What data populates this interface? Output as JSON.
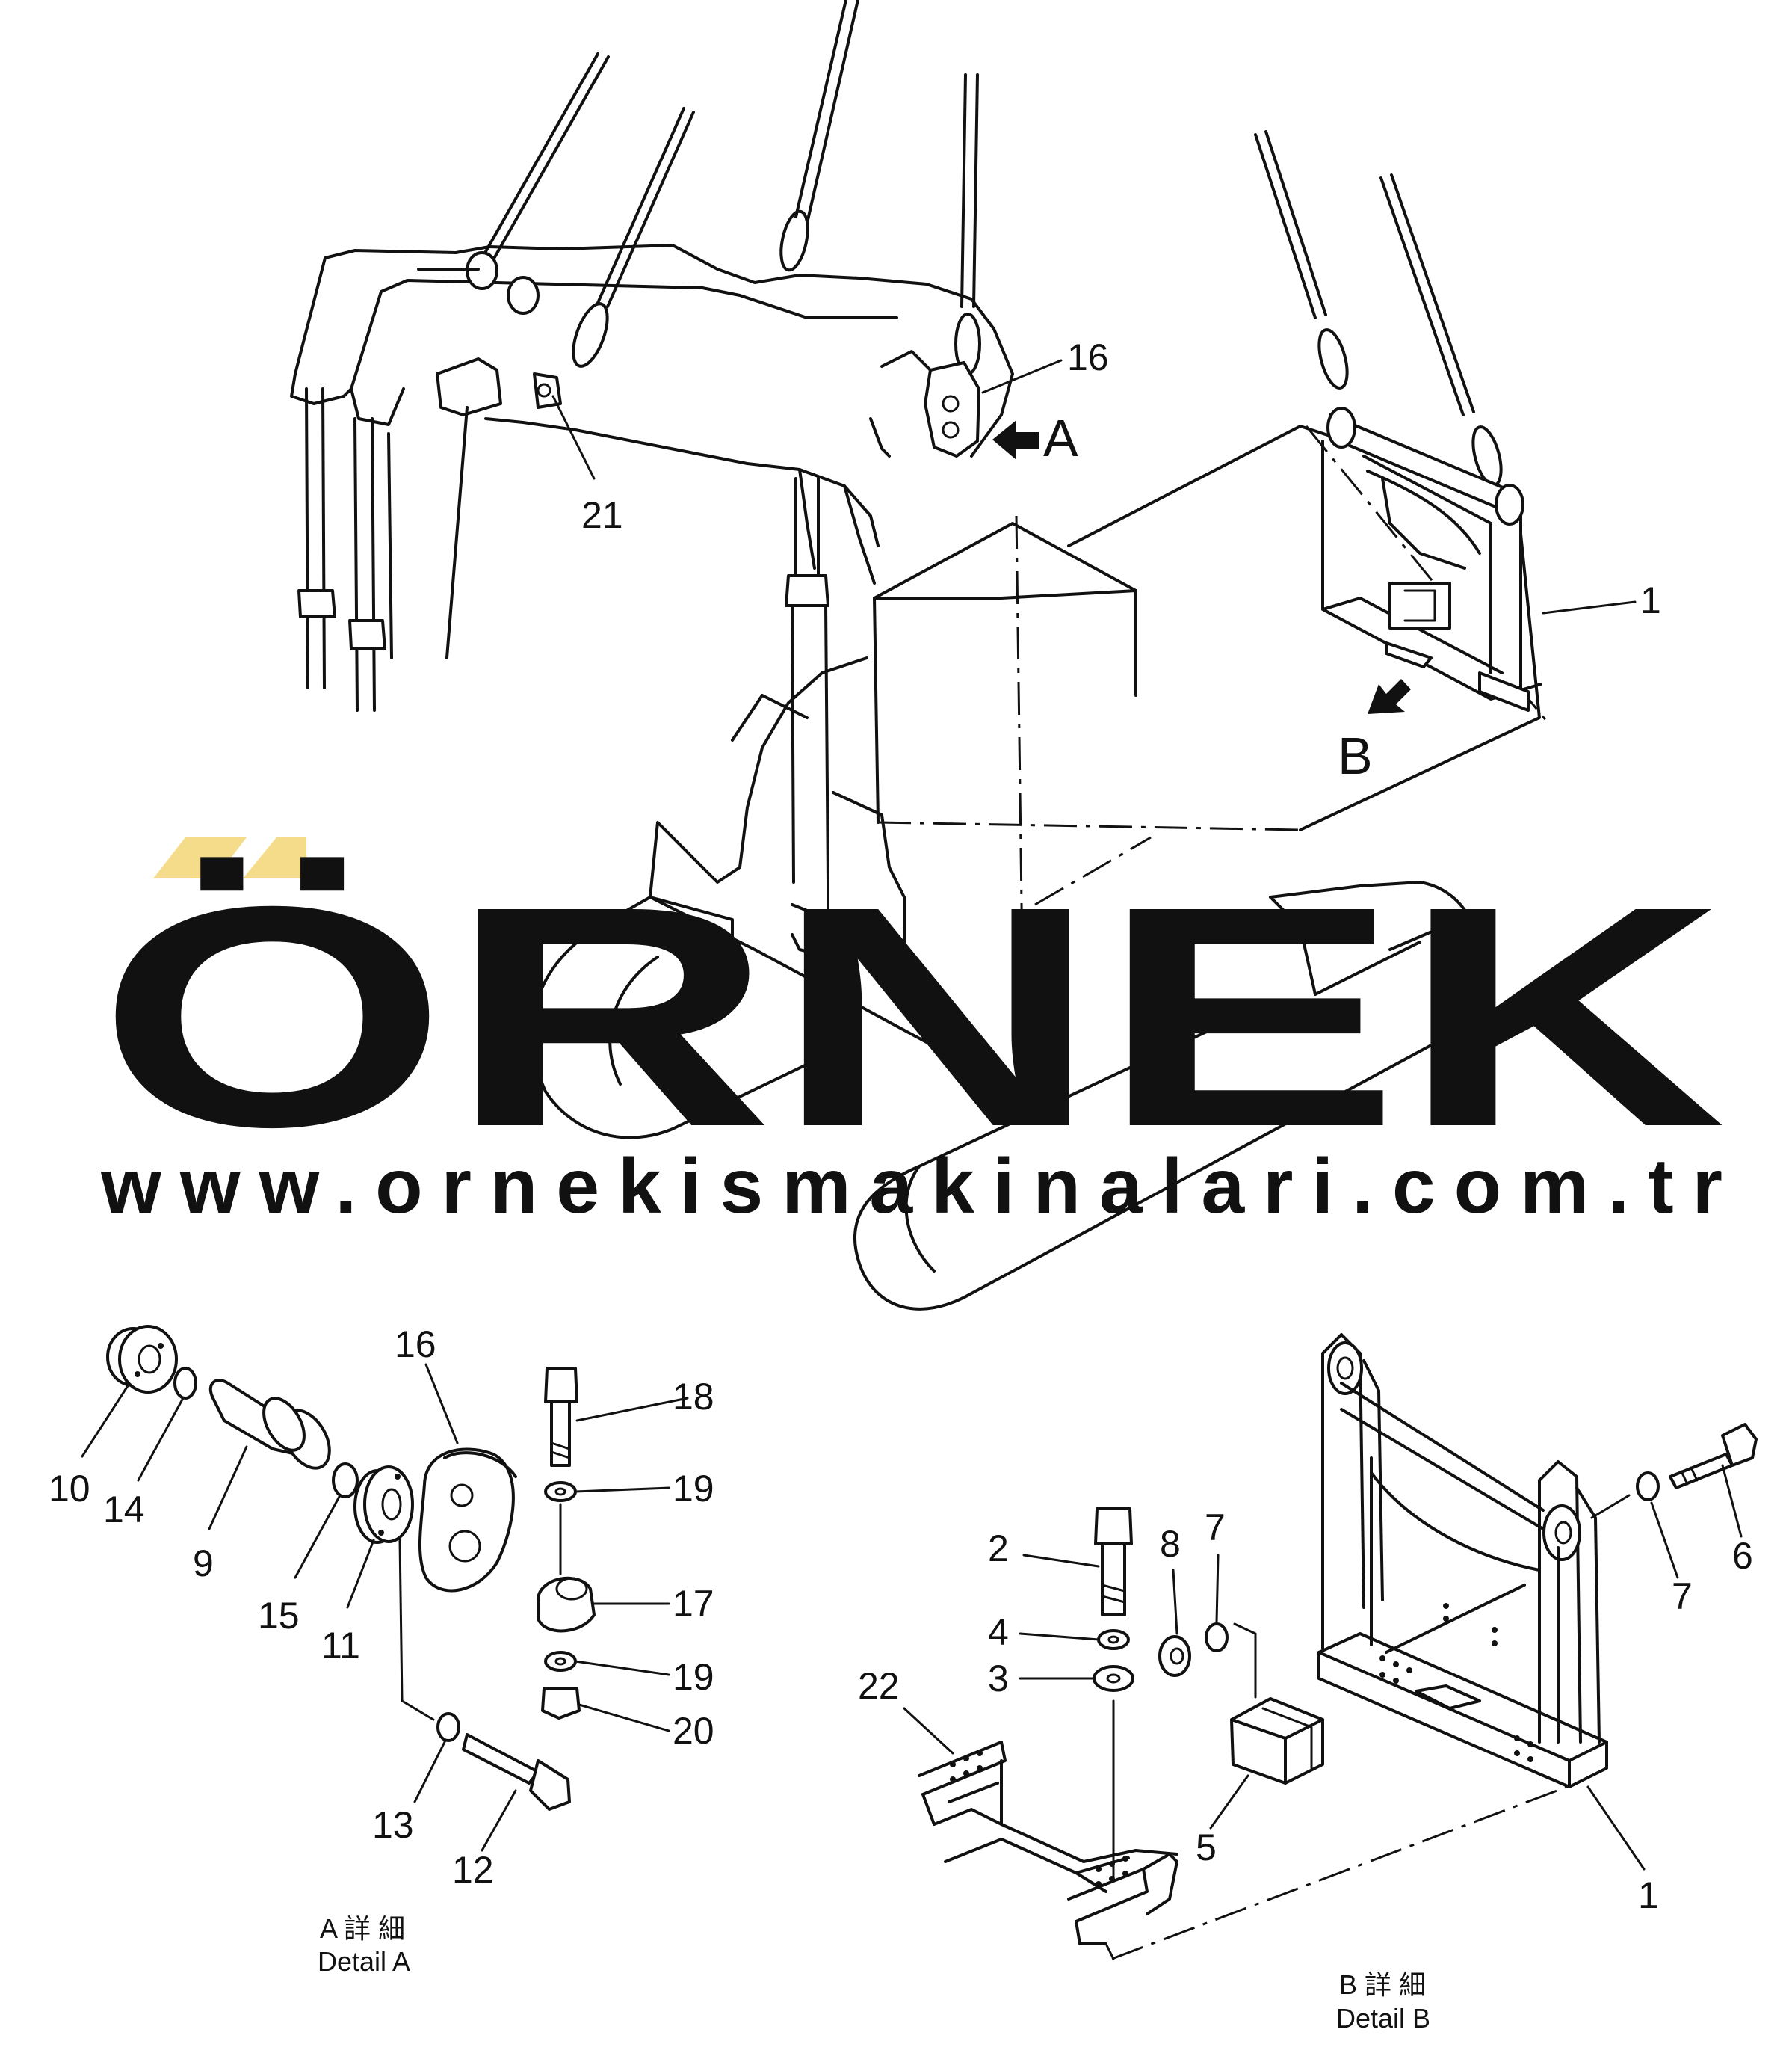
{
  "watermark": {
    "brand": "ÖRNEK",
    "url": "www.ornekismakinalari.com.tr",
    "text_color": "#d9d6de",
    "accent_color": "#f5dc8a"
  },
  "callouts": {
    "main": [
      "16",
      "21",
      "A",
      "1",
      "B"
    ],
    "detail_a": [
      "10",
      "14",
      "9",
      "15",
      "11",
      "16",
      "18",
      "19",
      "17",
      "19",
      "20",
      "13",
      "12"
    ],
    "detail_b": [
      "2",
      "4",
      "3",
      "8",
      "7",
      "7",
      "6",
      "22",
      "5",
      "1"
    ]
  },
  "captions": {
    "detail_a": {
      "jp": "A 詳 細",
      "en": "Detail A"
    },
    "detail_b": {
      "jp": "B 詳 細",
      "en": "Detail B"
    }
  }
}
